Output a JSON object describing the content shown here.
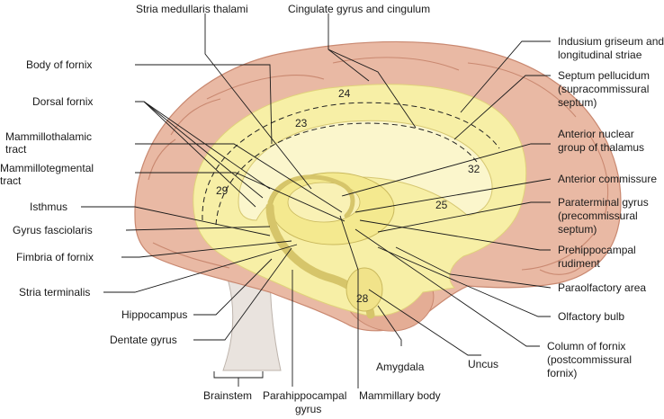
{
  "labels": {
    "stria_medullaris": "Stria medullaris thalami",
    "cingulate": "Cingulate gyrus and cingulum",
    "body_fornix": "Body of fornix",
    "dorsal_fornix": "Dorsal fornix",
    "mammillothalamic_1": "Mammillothalamic",
    "mammillothalamic_2": "tract",
    "mammillotegmental_1": "Mammillotegmental",
    "mammillotegmental_2": "tract",
    "isthmus": "Isthmus",
    "gyrus_fasciolaris": "Gyrus fasciolaris",
    "fimbria": "Fimbria of fornix",
    "stria_terminalis": "Stria terminalis",
    "hippocampus": "Hippocampus",
    "dentate": "Dentate gyrus",
    "brainstem": "Brainstem",
    "parahippocampal_1": "Parahippocampal",
    "parahippocampal_2": "gyrus",
    "mammillary": "Mammillary body",
    "amygdala": "Amygdala",
    "uncus": "Uncus",
    "indusium_1": "Indusium griseum and",
    "indusium_2": "longitudinal striae",
    "septum_1": "Septum pellucidum",
    "septum_2": "(supracommissural",
    "septum_3": "septum)",
    "anterior_nuclear_1": "Anterior nuclear",
    "anterior_nuclear_2": "group of thalamus",
    "anterior_commissure": "Anterior commissure",
    "paraterminal_1": "Paraterminal gyrus",
    "paraterminal_2": "(precommissural",
    "paraterminal_3": "septum)",
    "prehippo_1": "Prehippocampal",
    "prehippo_2": "rudiment",
    "paraolfactory": "Paraolfactory area",
    "olfactory_bulb": "Olfactory bulb",
    "column_1": "Column of fornix",
    "column_2": "(postcommissural",
    "column_3": "fornix)"
  },
  "area_numbers": {
    "a24": "24",
    "a23": "23",
    "a32": "32",
    "a29": "29",
    "a25": "25",
    "a28": "28"
  },
  "colors": {
    "cortex": "#e9b9a4",
    "cortex_shadow": "#d9977f",
    "gyrus_line": "#c98870",
    "limbic": "#f7efa6",
    "limbic_light": "#fbf6cc",
    "brainstem": "#e9e3de",
    "leader": "#1a1a1a"
  }
}
